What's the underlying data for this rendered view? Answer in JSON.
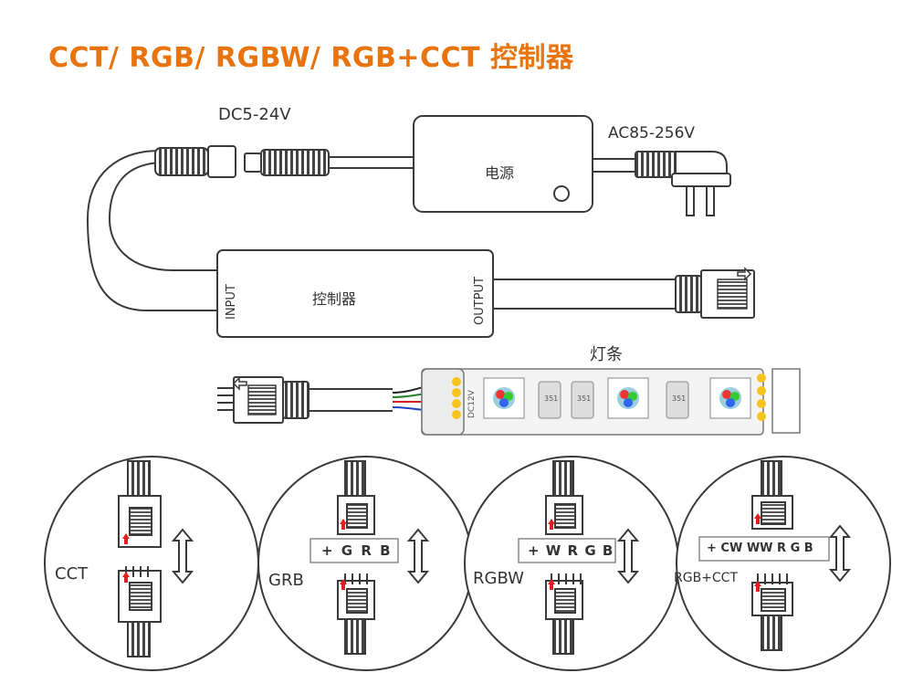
{
  "title": "CCT/ RGB/ RGBW/ RGB+CCT 控制器",
  "colors": {
    "title": "#e8740f",
    "line": "#3a3a3a",
    "strip": "#f4f4f4",
    "pad": "#f7c31d",
    "marker": "#e02020"
  },
  "labels": {
    "dc_voltage": "DC5-24V",
    "ac_voltage": "AC85-256V",
    "power_supply": "电源",
    "controller": "控制器",
    "input": "INPUT",
    "output": "OUTPUT",
    "light_strip": "灯条",
    "strip_voltage": "DC12V",
    "chip": "351"
  },
  "modes": [
    {
      "name": "CCT",
      "pinout": ""
    },
    {
      "name": "GRB",
      "pinout": "+ G R B"
    },
    {
      "name": "RGBW",
      "pinout": "+ W R G B"
    },
    {
      "name": "RGB+CCT",
      "pinout": "+ CW WW R G B"
    }
  ]
}
